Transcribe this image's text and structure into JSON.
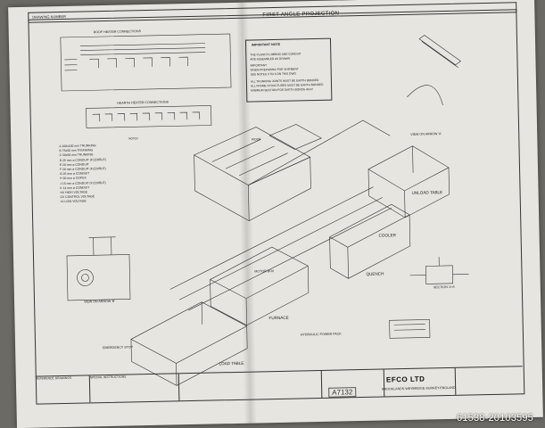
{
  "drawing": {
    "projection_title": "FIRST ANGLE PROJECTION",
    "drawing_number_label": "DRAWING NUMBER",
    "roof_heater_heading": "ROOF HEATER CONNECTIONS",
    "hearth_heater_heading": "HEARTH HEATER CONNECTIONS",
    "important_note_heading": "IMPORTANT NOTE",
    "important_note_lines": [
      "THE PLANT,PLUMBING AND CONDUIT",
      "ARE ASSEMBLED AS DRAWN",
      "IMPORTANT",
      "WHEN PREPARING FOR SHIPMENT",
      "SEE NOTES 3 TO 6 ON THIS DWG",
      "ALL TRUNKING JOINTS MUST BE EARTH BONDED",
      "ALL FRAME STRUCTURES MUST BE EARTH BONDED",
      "MINIMUM SECTION FOR EARTH BONDS 4mm²"
    ]
  },
  "legend": [
    "A  100x100 mm TRUNKING",
    "B  75x50 mm TRUNKING",
    "C  50x50 mm TRUNKING",
    "D  25 mm ⌀ CONDUIT (FLEXIBLE)",
    "E  20 mm ⌀ CONDUIT",
    "F  20 mm ⌀ CONDUIT (FLEXIBLE)",
    "G  25 mm ⌀ CONDUIT",
    "H  20 mm ⌀ COPEX",
    "J  15 mm ⌀ CONDUIT (FLEXIBLE)",
    "K  14 mm ⌀ CONDUIT",
    "HV  HIGH VOLTAGE",
    "CV  CONTROL VOLTAGE",
    "LV  LOW VOLTAGE"
  ],
  "notes_heading": "NOTES",
  "labels": {
    "unload_table": "UNLOAD TABLE",
    "cooler": "COOLER",
    "quench": "QUENCH",
    "furnace": "FURNACE",
    "load_table": "LOAD TABLE",
    "emergency_stop": "EMERGENCY STOP",
    "roof": "ROOF",
    "motor_box": "MOTOR BOX",
    "view_on_arrow_a": "VIEW ON ARROW 'A'",
    "view_on_arrow_b": "VIEW ON ARROW 'B'",
    "hydraulic_power_pack": "HYDRAULIC POWER PACK",
    "section": "SECTION 'A-A'"
  },
  "title_block": {
    "company": "EFCO LTD",
    "address": "BROOKLANDS-WEYBRIDGE-SURREY-ENGLAND",
    "handwritten_number": "A7132",
    "special_instructions": "SPECIAL INSTRUCTIONS",
    "references": "REFERENCE DRAWINGS"
  },
  "watermark": "61538-20103595"
}
